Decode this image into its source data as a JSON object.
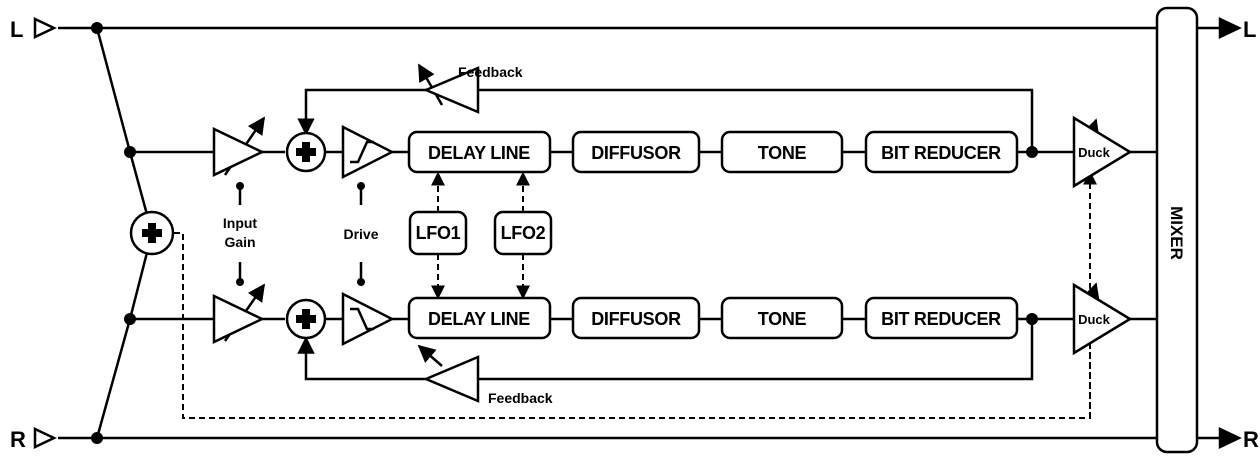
{
  "io": {
    "input_left": "L",
    "input_right": "R",
    "output_left": "L",
    "output_right": "R"
  },
  "labels": {
    "feedback_top": "Feedback",
    "feedback_bottom": "Feedback",
    "input_gain_line1": "Input",
    "input_gain_line2": "Gain",
    "drive": "Drive"
  },
  "blocks": {
    "top": {
      "delay_line": "DELAY LINE",
      "diffusor": "DIFFUSOR",
      "tone": "TONE",
      "bit_reducer": "BIT REDUCER",
      "duck": "Duck"
    },
    "bottom": {
      "delay_line": "DELAY LINE",
      "diffusor": "DIFFUSOR",
      "tone": "TONE",
      "bit_reducer": "BIT REDUCER",
      "duck": "Duck"
    },
    "lfo1": "LFO1",
    "lfo2": "LFO2",
    "mixer": "MIXER"
  },
  "colors": {
    "stroke": "#000000",
    "background": "#ffffff"
  }
}
